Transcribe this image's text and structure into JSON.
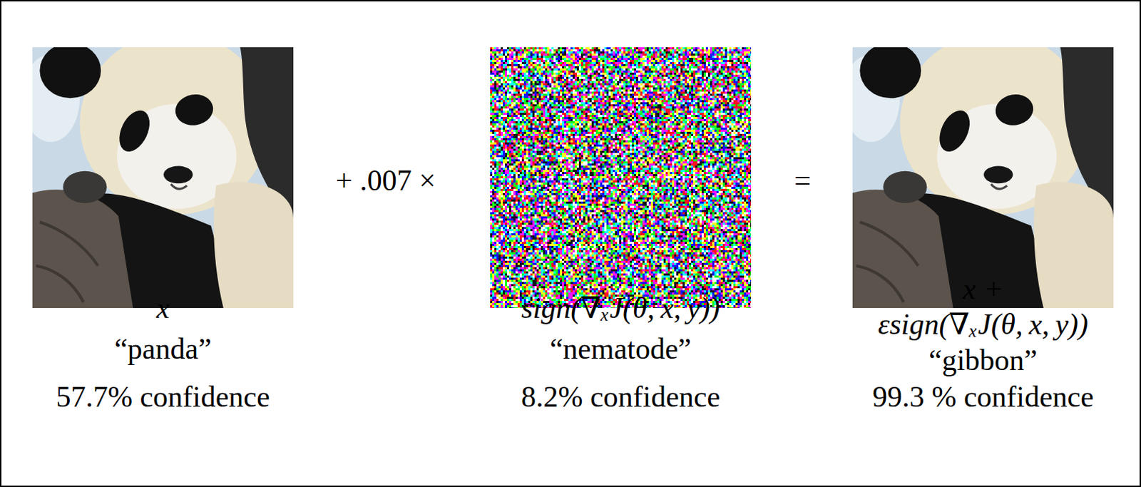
{
  "diagram": {
    "nodes": [
      {
        "text": [
          "x",
          "“panda”",
          "57.7% confidence"
        ]
      },
      {
        "text": [
          "sign(∇ₓJ(θ, x, y))",
          "“nematode”",
          "8.2% confidence"
        ]
      },
      {
        "text": [
          "x + εsign(∇ₓJ(θ, x, y))",
          "“gibbon”",
          "99.3 % confidence"
        ]
      }
    ],
    "labels": [
      "+ .007 ×",
      "="
    ]
  }
}
